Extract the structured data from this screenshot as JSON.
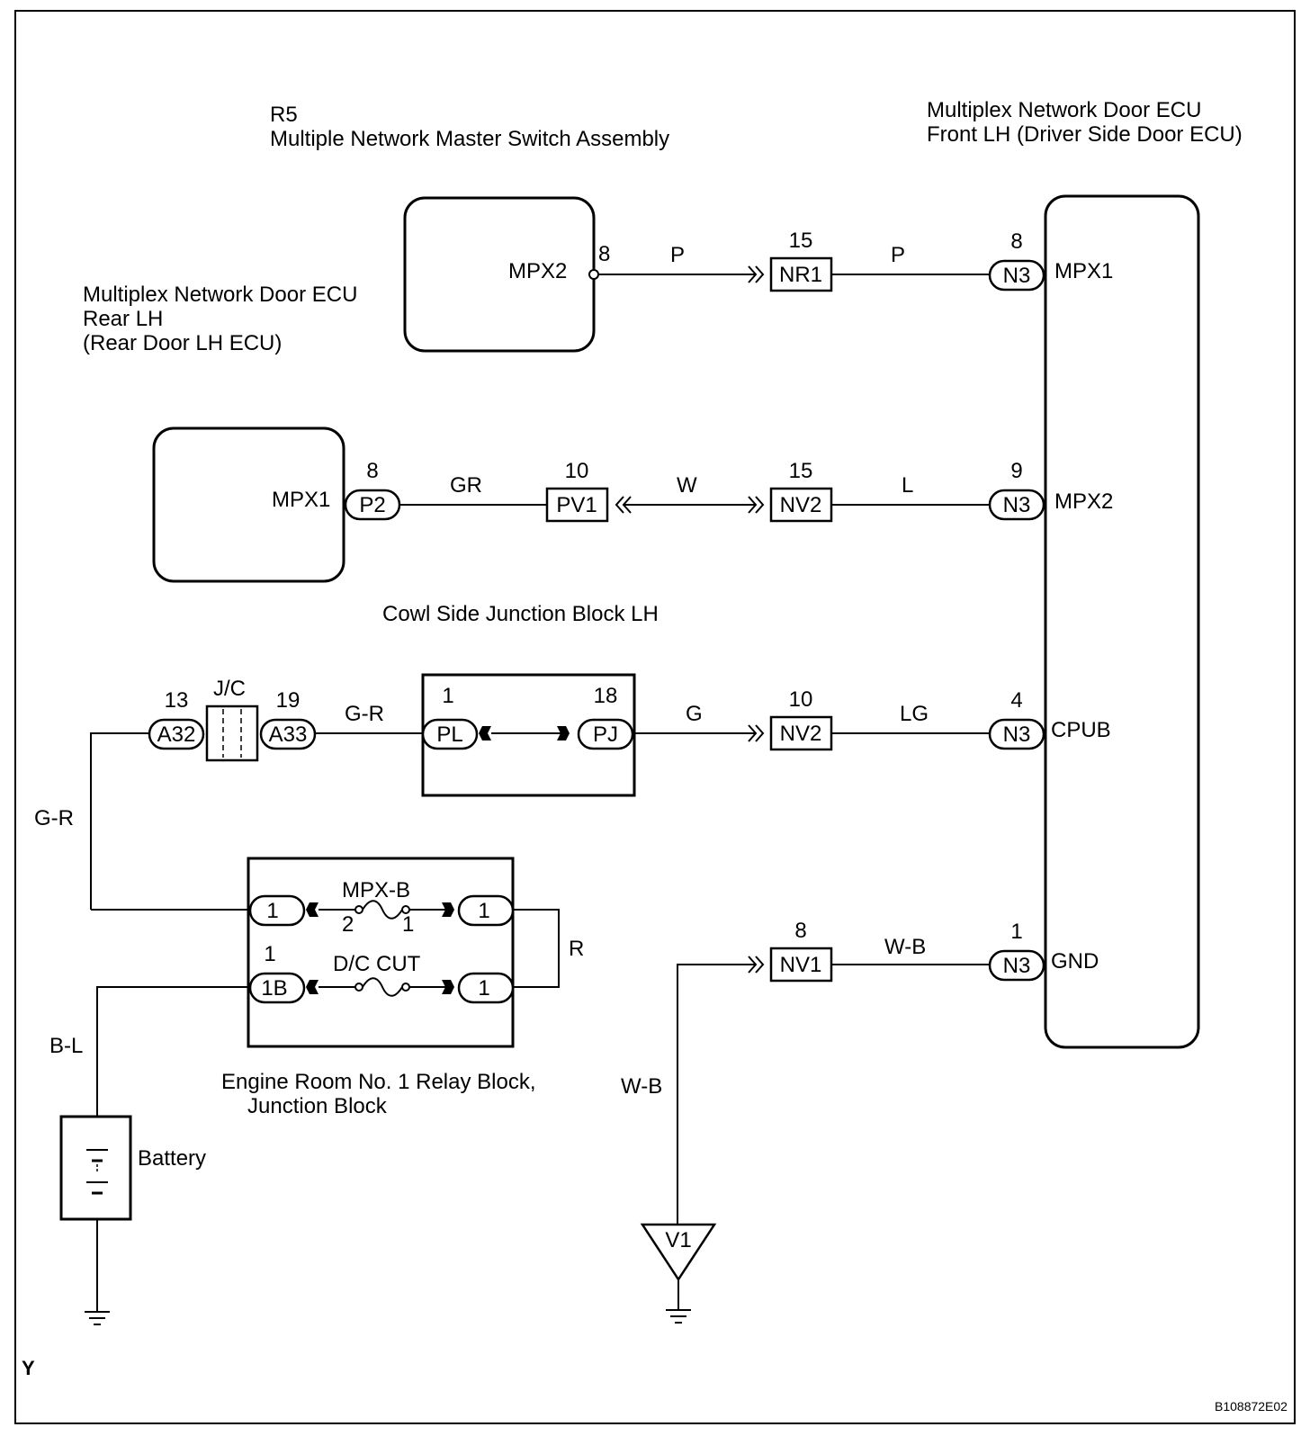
{
  "labels": {
    "r5_code": "R5",
    "r5_name": "Multiple Network Master Switch Assembly",
    "front_ecu_l1": "Multiplex Network Door ECU",
    "front_ecu_l2": "Front LH (Driver Side Door ECU)",
    "rear_ecu_l1": "Multiplex Network Door ECU",
    "rear_ecu_l2": "Rear LH",
    "rear_ecu_l3": "(Rear Door LH ECU)",
    "cowl_block": "Cowl Side Junction Block LH",
    "engine_block_l1": "Engine Room No. 1 Relay Block,",
    "engine_block_l2": "Junction Block",
    "battery": "Battery",
    "jc": "J/C",
    "section_letter": "Y",
    "diagram_code": "B108872E02"
  },
  "terminals": {
    "r5_mpx2": "MPX2",
    "r5_pin": "8",
    "rear_mpx1": "MPX1",
    "ecu_mpx1": "MPX1",
    "ecu_mpx2": "MPX2",
    "ecu_cpub": "CPUB",
    "ecu_gnd": "GND"
  },
  "connectors": {
    "nr1": {
      "name": "NR1",
      "pin": "15"
    },
    "n3a": {
      "name": "N3",
      "pin": "8"
    },
    "p2": {
      "name": "P2",
      "pin": "8"
    },
    "pv1": {
      "name": "PV1",
      "pin": "10"
    },
    "nv2a": {
      "name": "NV2",
      "pin": "15"
    },
    "n3b": {
      "name": "N3",
      "pin": "9"
    },
    "a32": {
      "name": "A32",
      "pin": "13"
    },
    "a33": {
      "name": "A33",
      "pin": "19"
    },
    "pl": {
      "name": "PL",
      "pin": "1"
    },
    "pj": {
      "name": "PJ",
      "pin": "18"
    },
    "nv2b": {
      "name": "NV2",
      "pin": "10"
    },
    "n3c": {
      "name": "N3",
      "pin": "4"
    },
    "nv1": {
      "name": "NV1",
      "pin": "8"
    },
    "n3d": {
      "name": "N3",
      "pin": "1"
    },
    "er1_in": {
      "name": "1"
    },
    "er1_out": {
      "name": "1"
    },
    "er1b": {
      "name": "1B",
      "pin": "1"
    },
    "er2_out": {
      "name": "1"
    },
    "v1": {
      "name": "V1"
    }
  },
  "fuses": {
    "mpxb": {
      "name": "MPX-B",
      "pin_left": "2",
      "pin_right": "1"
    },
    "dccut": {
      "name": "D/C CUT"
    }
  },
  "wire_colors": {
    "w1a": "P",
    "w1b": "P",
    "w2a": "GR",
    "w2b": "W",
    "w2c": "L",
    "w3a": "G-R",
    "w3b": "G",
    "w3c": "LG",
    "w_left": "G-R",
    "w_r": "R",
    "w_bl": "B-L",
    "w_gnd_a": "W-B",
    "w_gnd_b": "W-B"
  }
}
